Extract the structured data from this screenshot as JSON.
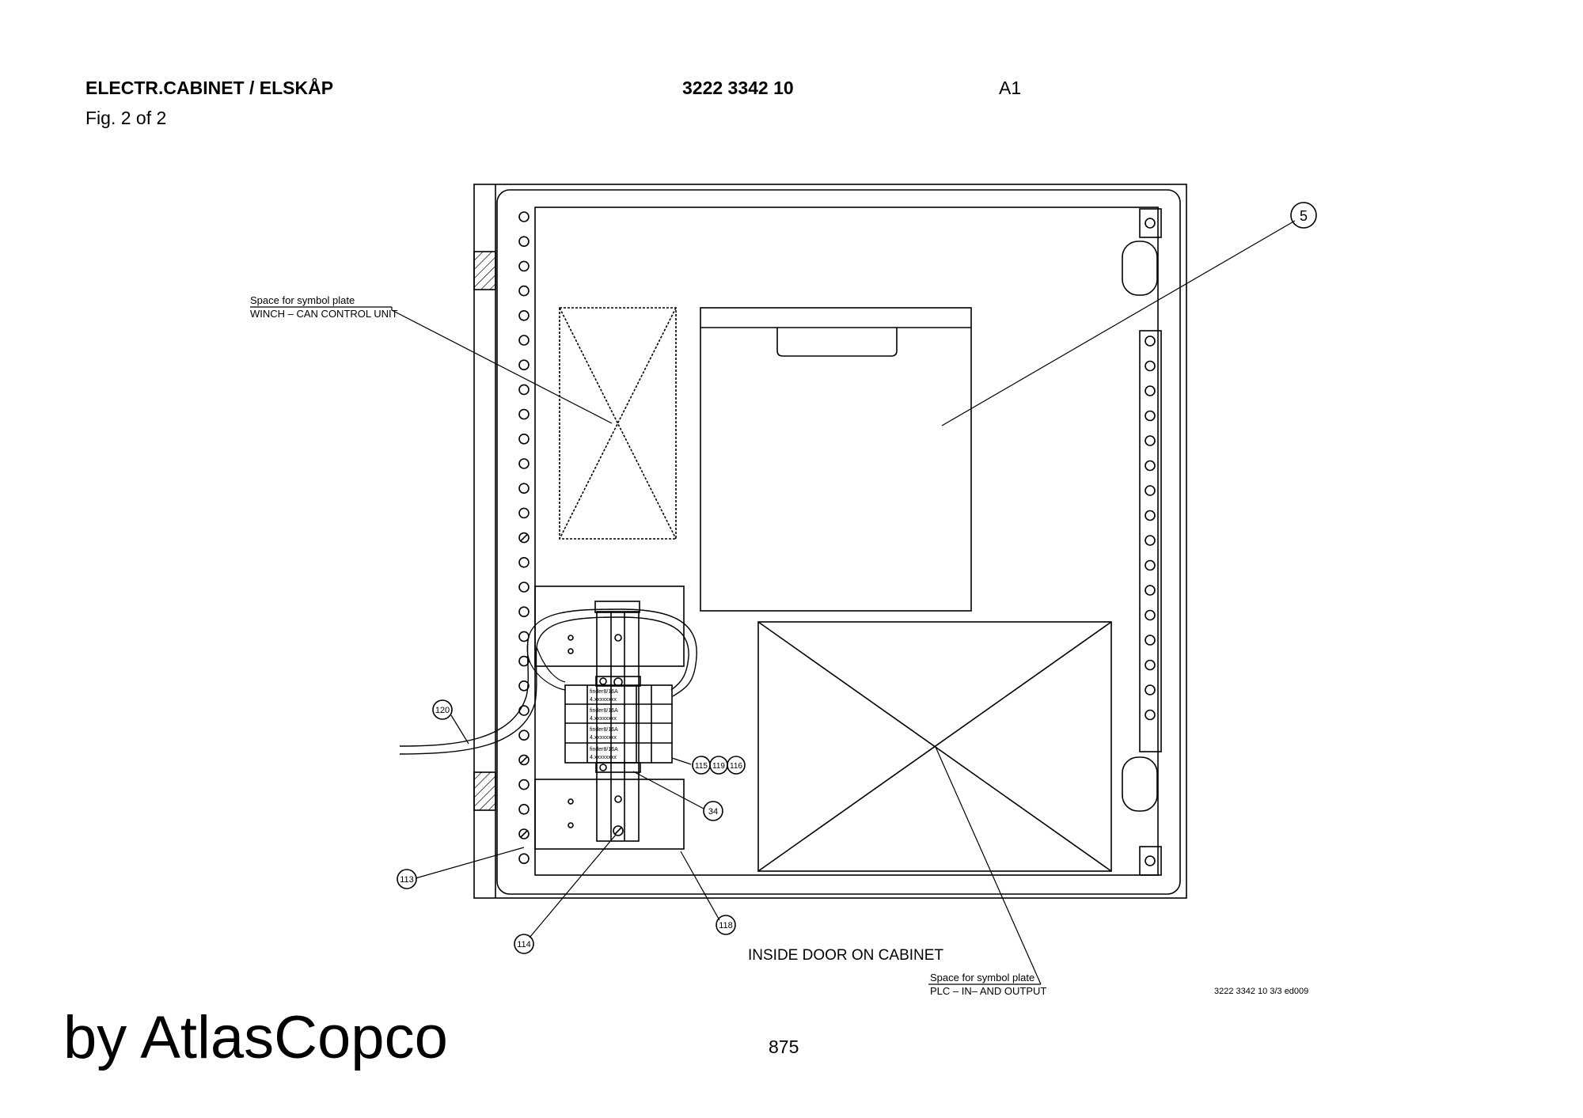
{
  "header": {
    "title": "ELECTR.CABINET / ELSKÅP",
    "figure": "Fig. 2 of 2",
    "part_number": "3222 3342 10",
    "sheet": "A1"
  },
  "drawing": {
    "caption": "INSIDE DOOR ON CABINET",
    "note_winch_line1": "Space for symbol plate",
    "note_winch_line2": "WINCH – CAN CONTROL UNIT",
    "note_plc_line1": "Space for symbol plate",
    "note_plc_line2": "PLC – IN– AND OUTPUT",
    "doc_ref": "3222 3342 10 3/3 ed009",
    "callouts": {
      "c5": "5",
      "c120": "120",
      "c113": "113",
      "c114": "114",
      "c115": "115",
      "c119": "119",
      "c116": "116",
      "c34": "34",
      "c118": "118"
    },
    "relay_label_top": "finder8/16A",
    "relay_label_bottom": "4.xxxxxxxx"
  },
  "footer": {
    "brand": "by AtlasCopco",
    "page": "875"
  }
}
